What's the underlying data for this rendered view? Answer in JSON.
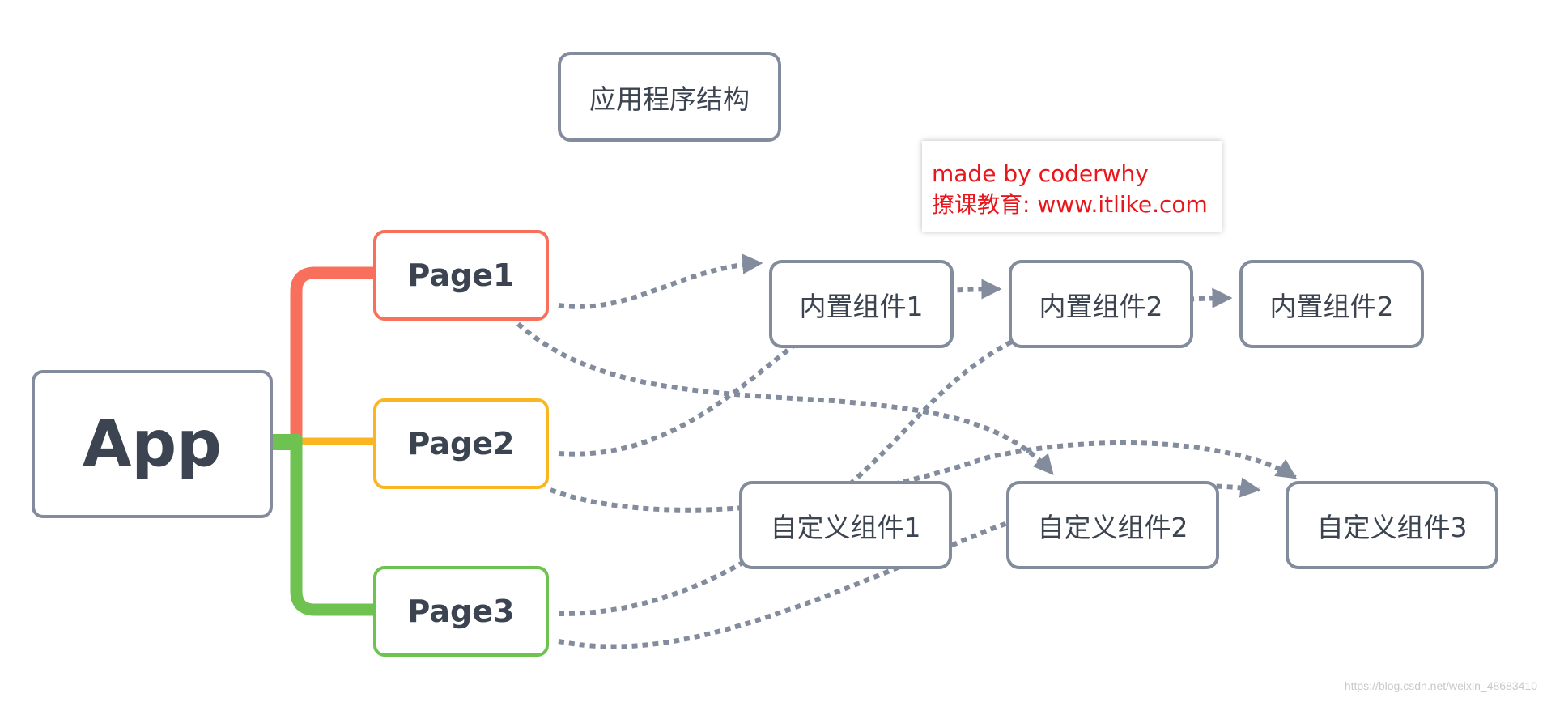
{
  "title": "应用程序结构",
  "root": {
    "label": "App"
  },
  "pages": [
    {
      "label": "Page1",
      "color": "#f8705c"
    },
    {
      "label": "Page2",
      "color": "#fbb520"
    },
    {
      "label": "Page3",
      "color": "#6ec24f"
    }
  ],
  "builtin_components": [
    "内置组件1",
    "内置组件2",
    "内置组件2"
  ],
  "custom_components": [
    "自定义组件1",
    "自定义组件2",
    "自定义组件3"
  ],
  "note": {
    "line1": "made by coderwhy",
    "line2": "撩课教育: www.itlike.com"
  },
  "watermark": "https://blog.csdn.net/weixin_48683410",
  "colors": {
    "border": "#838c9d",
    "arrow": "#838c9d",
    "text": "#3b4450",
    "note_text": "#e8171b"
  }
}
